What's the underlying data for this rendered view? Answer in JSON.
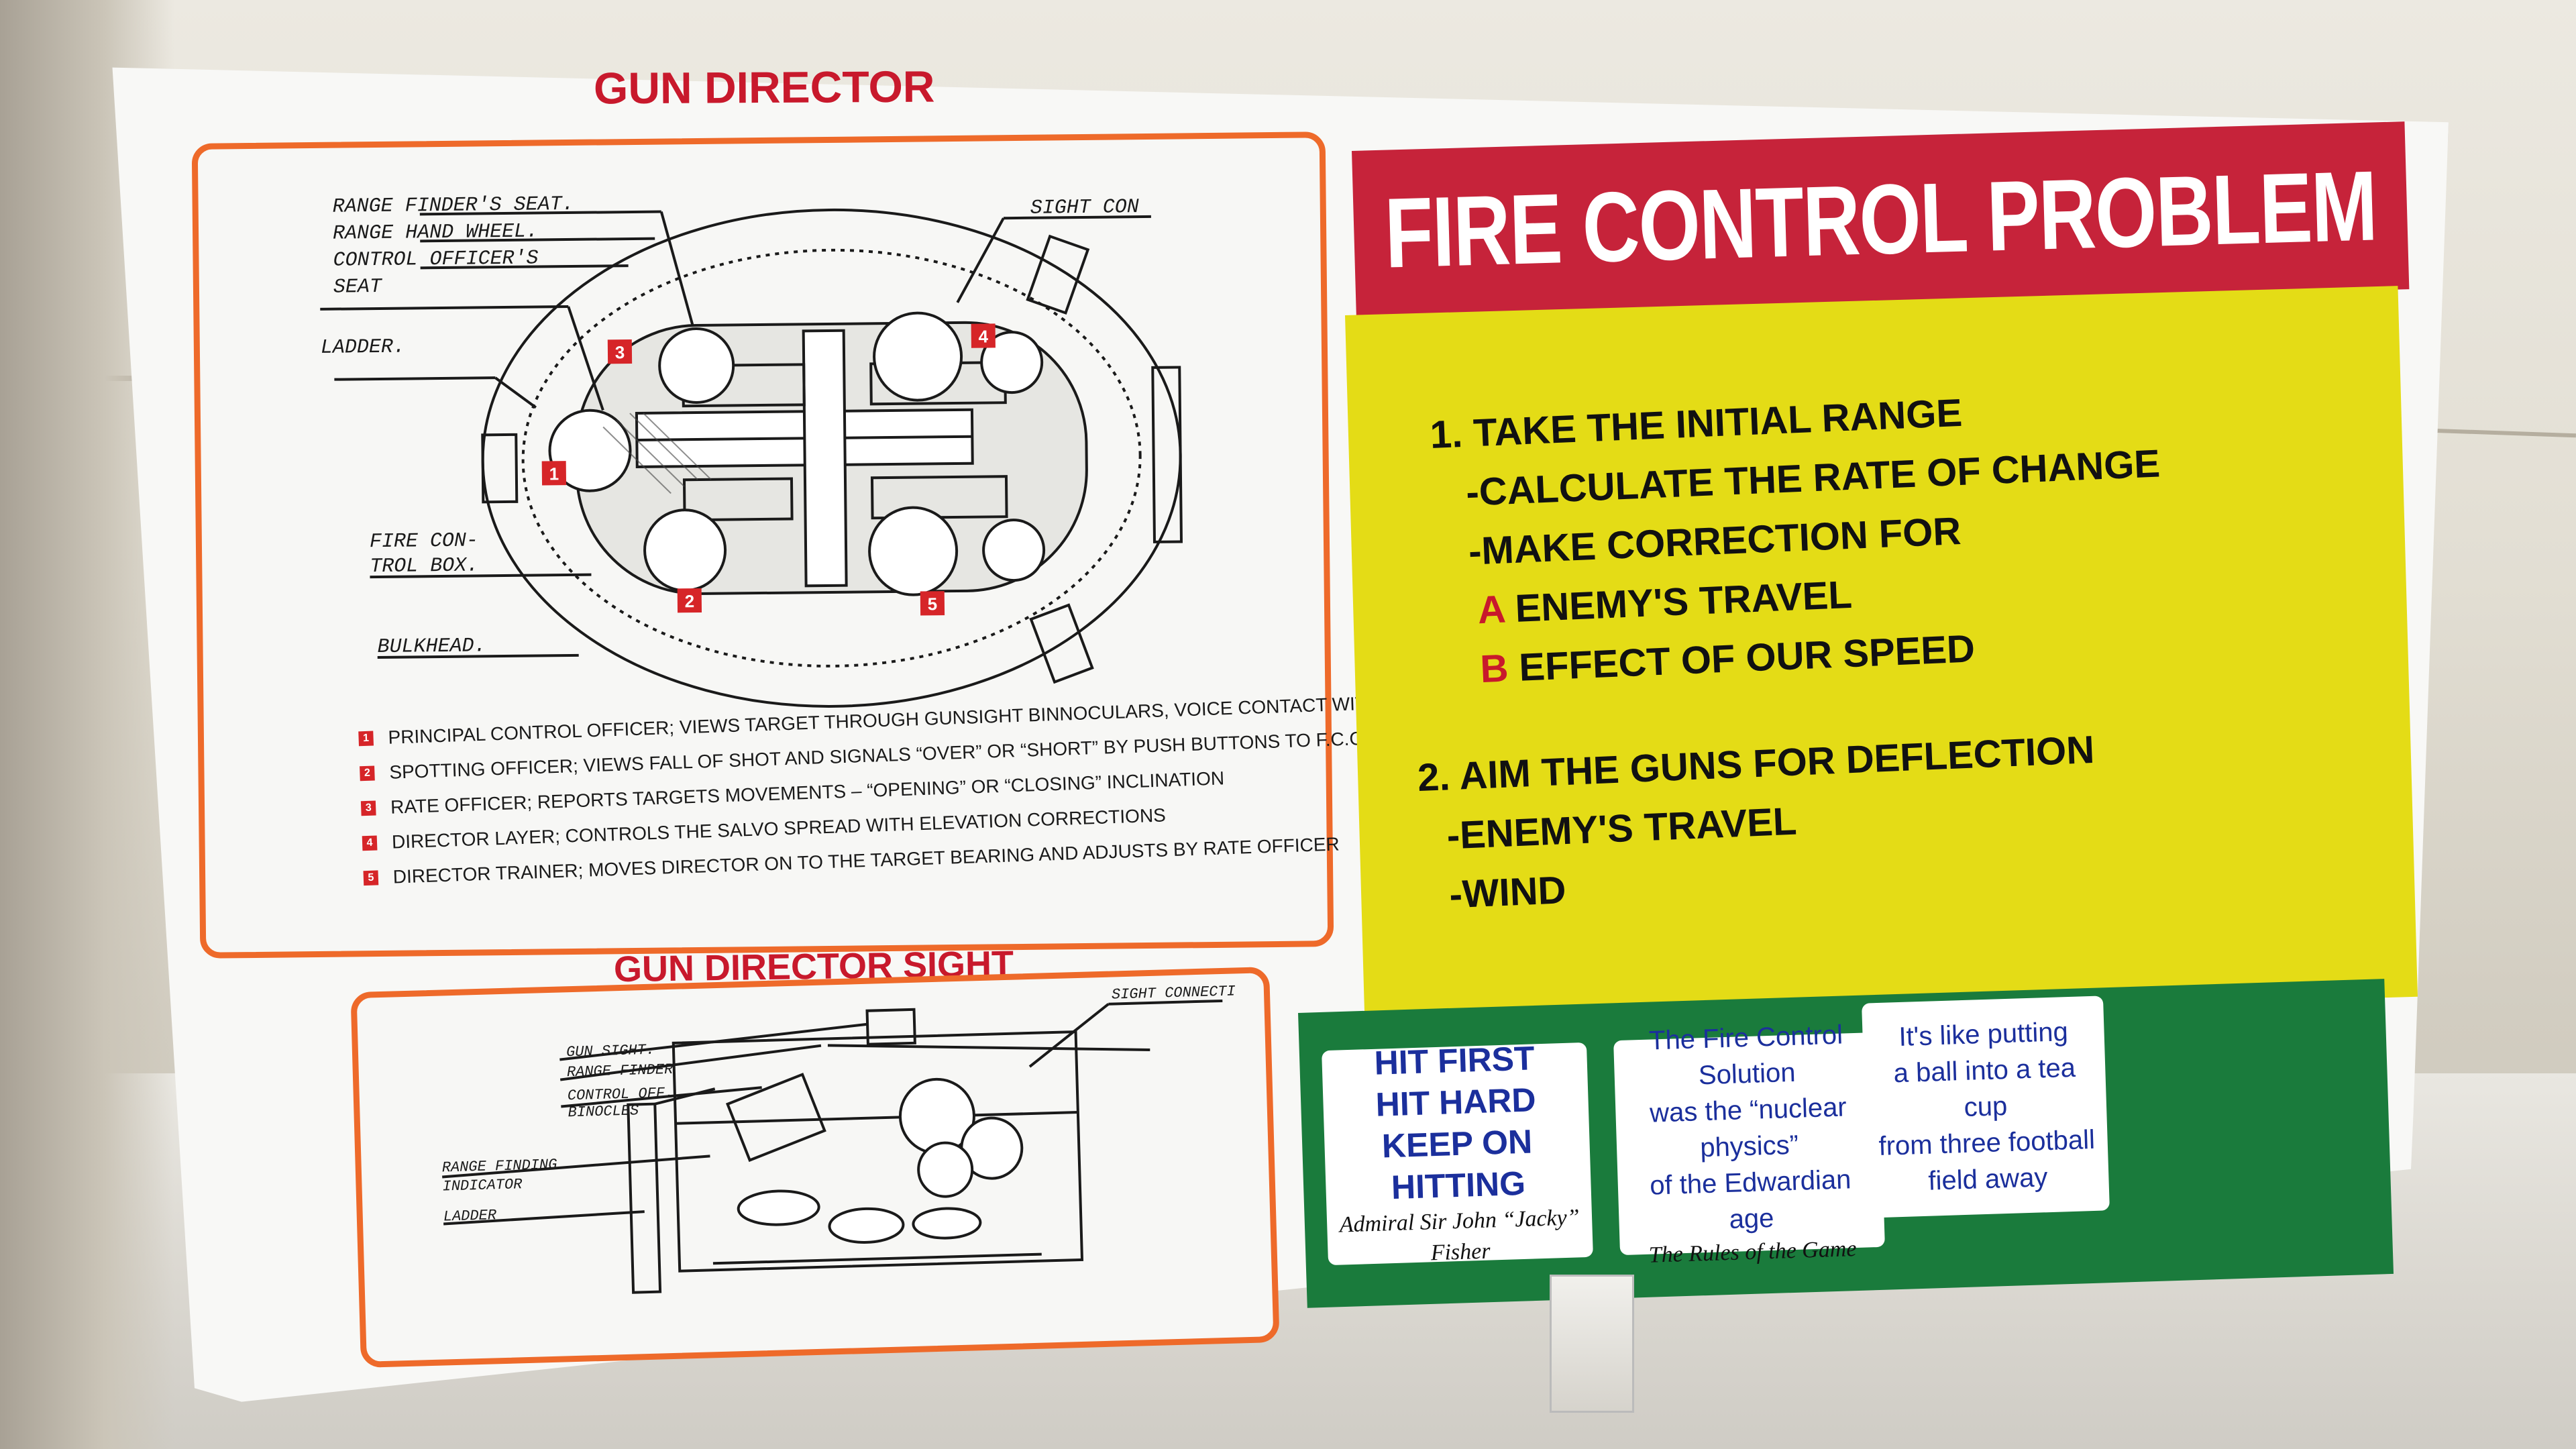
{
  "left": {
    "gun_director_title": "GUN DIRECTOR",
    "gun_director_sight_title": "GUN DIRECTOR SIGHT",
    "diagram_labels": {
      "range_finders_seat": "RANGE FINDER'S SEAT.",
      "range_hand_wheel": "RANGE HAND WHEEL.",
      "control_officers": "CONTROL OFFICER'S",
      "seat": "SEAT",
      "ladder": "LADDER.",
      "fire_con": "FIRE CON-",
      "trol_box": "TROL BOX.",
      "bulkhead": "BULKHEAD.",
      "sight_con": "SIGHT CON"
    },
    "sight_labels": {
      "gun_sight": "GUN SIGHT.",
      "range_finder": "RANGE FINDER",
      "control_off": "CONTROL OFF.",
      "binocular": "BINOCLES",
      "range_finding": "RANGE FINDING",
      "indicator": "INDICATOR",
      "ladder": "LADDER",
      "sight_connect": "SIGHT CONNECTI"
    },
    "markers": [
      "1",
      "2",
      "3",
      "4",
      "5"
    ],
    "legend": [
      {
        "num": "1",
        "text": "PRINCIPAL CONTROL OFFICER; VIEWS TARGET THROUGH GUNSIGHT BINNOCULARS, VOICE CONTACT WITH CAPTAIN"
      },
      {
        "num": "2",
        "text": "SPOTTING OFFICER; VIEWS FALL OF SHOT AND SIGNALS “OVER” OR “SHORT” BY PUSH BUTTONS TO F.C.C."
      },
      {
        "num": "3",
        "text": "RATE OFFICER; REPORTS TARGETS MOVEMENTS – “OPENING” OR “CLOSING” INCLINATION"
      },
      {
        "num": "4",
        "text": "DIRECTOR LAYER; CONTROLS THE SALVO SPREAD WITH ELEVATION CORRECTIONS"
      },
      {
        "num": "5",
        "text": "DIRECTOR TRAINER; MOVES DIRECTOR ON TO THE TARGET BEARING AND ADJUSTS BY RATE OFFICER"
      }
    ]
  },
  "right": {
    "title": "FIRE CONTROL PROBLEM",
    "step1": "1. TAKE THE INITIAL RANGE",
    "step1_a": "-CALCULATE THE RATE OF CHANGE",
    "step1_b": "-MAKE CORRECTION FOR",
    "step1_c_letter": "A",
    "step1_c": "ENEMY'S TRAVEL",
    "step1_d_letter": "B",
    "step1_d": "EFFECT OF OUR SPEED",
    "step2": "2. AIM THE GUNS FOR DEFLECTION",
    "step2_a": "-ENEMY'S TRAVEL",
    "step2_b": "-WIND",
    "quotes": [
      {
        "line1": "HIT FIRST",
        "line2": "HIT HARD",
        "line3": "KEEP ON HITTING",
        "cite": "Admiral Sir John “Jacky” Fisher"
      },
      {
        "line1": "The Fire Control Solution",
        "line2": "was the “nuclear physics”",
        "line3": "of the Edwardian age",
        "cite": "The Rules of the Game"
      },
      {
        "line1": "It's like putting",
        "line2": "a ball into a tea cup",
        "line3": "from three football",
        "line4": "field away"
      }
    ]
  },
  "colors": {
    "red": "#c6233a",
    "yellow": "#e4dc16",
    "green": "#1a7b3c",
    "orange": "#ee6a2a",
    "quote_blue": "#1b2f9c"
  }
}
